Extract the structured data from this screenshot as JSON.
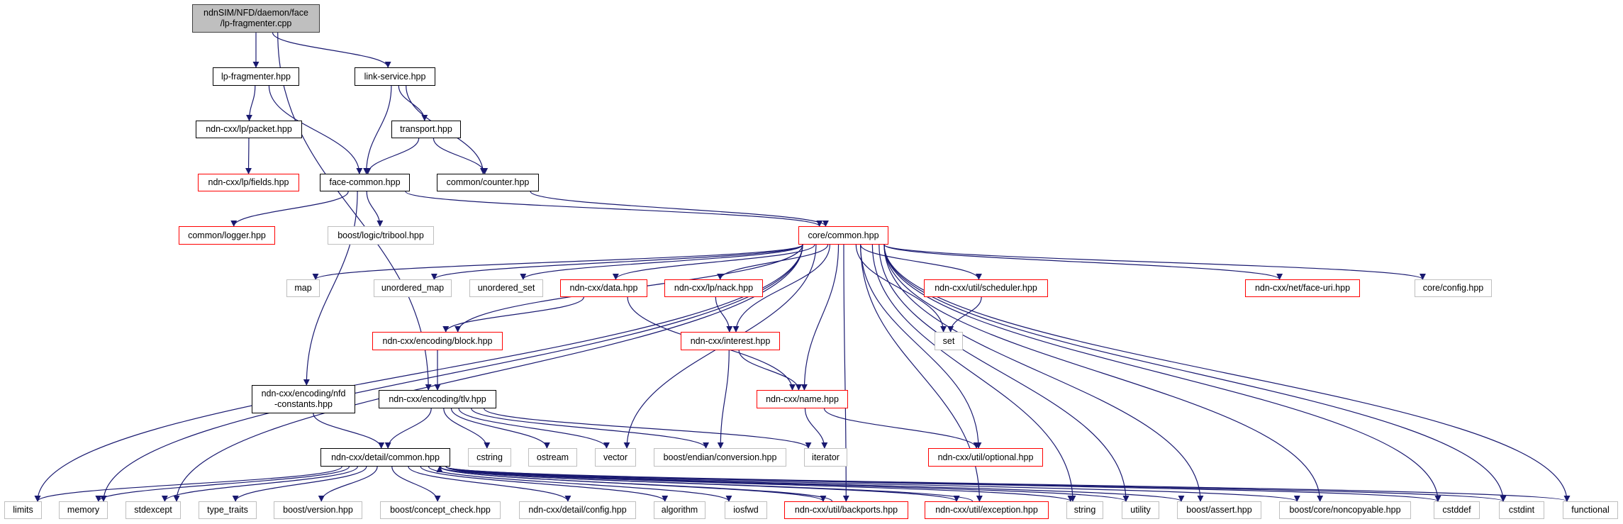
{
  "graph": {
    "title": "ndnSIM/NFD/daemon/face\n/lp-fragmenter.cpp",
    "edge_color": "#191970",
    "nodes": [
      {
        "id": "root",
        "label": "ndnSIM/NFD/daemon/face\n/lp-fragmenter.cpp",
        "kind": "root"
      },
      {
        "id": "lpfrag",
        "label": "lp-fragmenter.hpp",
        "kind": "local"
      },
      {
        "id": "linksvc",
        "label": "link-service.hpp",
        "kind": "local"
      },
      {
        "id": "packet",
        "label": "ndn-cxx/lp/packet.hpp",
        "kind": "local"
      },
      {
        "id": "transport",
        "label": "transport.hpp",
        "kind": "local"
      },
      {
        "id": "fields",
        "label": "ndn-cxx/lp/fields.hpp",
        "kind": "red"
      },
      {
        "id": "facecommon",
        "label": "face-common.hpp",
        "kind": "local"
      },
      {
        "id": "counter",
        "label": "common/counter.hpp",
        "kind": "local"
      },
      {
        "id": "logger",
        "label": "common/logger.hpp",
        "kind": "red"
      },
      {
        "id": "tribool",
        "label": "boost/logic/tribool.hpp",
        "kind": "ext"
      },
      {
        "id": "corecommon",
        "label": "core/common.hpp",
        "kind": "red"
      },
      {
        "id": "map",
        "label": "map",
        "kind": "ext"
      },
      {
        "id": "umap",
        "label": "unordered_map",
        "kind": "ext"
      },
      {
        "id": "uset",
        "label": "unordered_set",
        "kind": "ext"
      },
      {
        "id": "data",
        "label": "ndn-cxx/data.hpp",
        "kind": "red"
      },
      {
        "id": "nack",
        "label": "ndn-cxx/lp/nack.hpp",
        "kind": "red"
      },
      {
        "id": "scheduler",
        "label": "ndn-cxx/util/scheduler.hpp",
        "kind": "red"
      },
      {
        "id": "faceuri",
        "label": "ndn-cxx/net/face-uri.hpp",
        "kind": "red"
      },
      {
        "id": "config",
        "label": "core/config.hpp",
        "kind": "ext"
      },
      {
        "id": "block",
        "label": "ndn-cxx/encoding/block.hpp",
        "kind": "red"
      },
      {
        "id": "interest",
        "label": "ndn-cxx/interest.hpp",
        "kind": "red"
      },
      {
        "id": "set",
        "label": "set",
        "kind": "ext"
      },
      {
        "id": "nfdconst",
        "label": "ndn-cxx/encoding/nfd\n-constants.hpp",
        "kind": "local"
      },
      {
        "id": "tlv",
        "label": "ndn-cxx/encoding/tlv.hpp",
        "kind": "local"
      },
      {
        "id": "name",
        "label": "ndn-cxx/name.hpp",
        "kind": "red"
      },
      {
        "id": "detailcommon",
        "label": "ndn-cxx/detail/common.hpp",
        "kind": "local"
      },
      {
        "id": "cstring",
        "label": "cstring",
        "kind": "ext"
      },
      {
        "id": "ostream",
        "label": "ostream",
        "kind": "ext"
      },
      {
        "id": "vector",
        "label": "vector",
        "kind": "ext"
      },
      {
        "id": "endian",
        "label": "boost/endian/conversion.hpp",
        "kind": "ext"
      },
      {
        "id": "iterator",
        "label": "iterator",
        "kind": "ext"
      },
      {
        "id": "optional",
        "label": "ndn-cxx/util/optional.hpp",
        "kind": "red"
      },
      {
        "id": "limits",
        "label": "limits",
        "kind": "ext"
      },
      {
        "id": "memory",
        "label": "memory",
        "kind": "ext"
      },
      {
        "id": "stdexcept",
        "label": "stdexcept",
        "kind": "ext"
      },
      {
        "id": "typetraits",
        "label": "type_traits",
        "kind": "ext"
      },
      {
        "id": "bversion",
        "label": "boost/version.hpp",
        "kind": "ext"
      },
      {
        "id": "concept",
        "label": "boost/concept_check.hpp",
        "kind": "ext"
      },
      {
        "id": "dconfig",
        "label": "ndn-cxx/detail/config.hpp",
        "kind": "ext"
      },
      {
        "id": "algorithm",
        "label": "algorithm",
        "kind": "ext"
      },
      {
        "id": "iosfwd",
        "label": "iosfwd",
        "kind": "ext"
      },
      {
        "id": "backports",
        "label": "ndn-cxx/util/backports.hpp",
        "kind": "red"
      },
      {
        "id": "exception",
        "label": "ndn-cxx/util/exception.hpp",
        "kind": "red"
      },
      {
        "id": "string",
        "label": "string",
        "kind": "ext"
      },
      {
        "id": "utility",
        "label": "utility",
        "kind": "ext"
      },
      {
        "id": "bassert",
        "label": "boost/assert.hpp",
        "kind": "ext"
      },
      {
        "id": "noncopy",
        "label": "boost/core/noncopyable.hpp",
        "kind": "ext"
      },
      {
        "id": "cstddef",
        "label": "cstddef",
        "kind": "ext"
      },
      {
        "id": "cstdint",
        "label": "cstdint",
        "kind": "ext"
      },
      {
        "id": "functional",
        "label": "functional",
        "kind": "ext"
      }
    ],
    "edges": [
      [
        "root",
        "lpfrag"
      ],
      [
        "root",
        "linksvc"
      ],
      [
        "root",
        "tlv"
      ],
      [
        "lpfrag",
        "packet"
      ],
      [
        "lpfrag",
        "facecommon"
      ],
      [
        "packet",
        "fields"
      ],
      [
        "linksvc",
        "facecommon"
      ],
      [
        "linksvc",
        "transport"
      ],
      [
        "linksvc",
        "counter"
      ],
      [
        "transport",
        "facecommon"
      ],
      [
        "transport",
        "counter"
      ],
      [
        "facecommon",
        "logger"
      ],
      [
        "facecommon",
        "tribool"
      ],
      [
        "facecommon",
        "corecommon"
      ],
      [
        "facecommon",
        "nfdconst"
      ],
      [
        "counter",
        "corecommon"
      ],
      [
        "corecommon",
        "limits"
      ],
      [
        "corecommon",
        "memory"
      ],
      [
        "corecommon",
        "stdexcept"
      ],
      [
        "corecommon",
        "map"
      ],
      [
        "corecommon",
        "umap"
      ],
      [
        "corecommon",
        "uset"
      ],
      [
        "corecommon",
        "data"
      ],
      [
        "corecommon",
        "block"
      ],
      [
        "corecommon",
        "vector"
      ],
      [
        "corecommon",
        "nack"
      ],
      [
        "corecommon",
        "interest"
      ],
      [
        "corecommon",
        "name"
      ],
      [
        "corecommon",
        "set"
      ],
      [
        "corecommon",
        "scheduler"
      ],
      [
        "corecommon",
        "backports"
      ],
      [
        "corecommon",
        "exception"
      ],
      [
        "corecommon",
        "optional"
      ],
      [
        "corecommon",
        "string"
      ],
      [
        "corecommon",
        "utility"
      ],
      [
        "corecommon",
        "bassert"
      ],
      [
        "corecommon",
        "noncopy"
      ],
      [
        "corecommon",
        "faceuri"
      ],
      [
        "corecommon",
        "config"
      ],
      [
        "corecommon",
        "cstddef"
      ],
      [
        "corecommon",
        "cstdint"
      ],
      [
        "corecommon",
        "functional"
      ],
      [
        "data",
        "block"
      ],
      [
        "data",
        "name"
      ],
      [
        "block",
        "tlv"
      ],
      [
        "nack",
        "interest"
      ],
      [
        "interest",
        "name"
      ],
      [
        "interest",
        "endian"
      ],
      [
        "name",
        "iterator"
      ],
      [
        "name",
        "optional"
      ],
      [
        "scheduler",
        "set"
      ],
      [
        "nfdconst",
        "detailcommon"
      ],
      [
        "tlv",
        "detailcommon"
      ],
      [
        "tlv",
        "cstring"
      ],
      [
        "tlv",
        "ostream"
      ],
      [
        "tlv",
        "vector"
      ],
      [
        "tlv",
        "endian"
      ],
      [
        "tlv",
        "iterator"
      ],
      [
        "detailcommon",
        "limits"
      ],
      [
        "detailcommon",
        "memory"
      ],
      [
        "detailcommon",
        "stdexcept"
      ],
      [
        "detailcommon",
        "typetraits"
      ],
      [
        "detailcommon",
        "bversion"
      ],
      [
        "detailcommon",
        "concept"
      ],
      [
        "detailcommon",
        "dconfig"
      ],
      [
        "detailcommon",
        "algorithm"
      ],
      [
        "detailcommon",
        "iosfwd"
      ],
      [
        "detailcommon",
        "backports"
      ],
      [
        "detailcommon",
        "exception"
      ],
      [
        "detailcommon",
        "string"
      ],
      [
        "detailcommon",
        "utility"
      ],
      [
        "detailcommon",
        "bassert"
      ],
      [
        "detailcommon",
        "noncopy"
      ],
      [
        "detailcommon",
        "cstddef"
      ],
      [
        "detailcommon",
        "cstdint"
      ],
      [
        "detailcommon",
        "functional"
      ],
      [
        "backports",
        "detailcommon"
      ],
      [
        "exception",
        "detailcommon"
      ]
    ]
  }
}
